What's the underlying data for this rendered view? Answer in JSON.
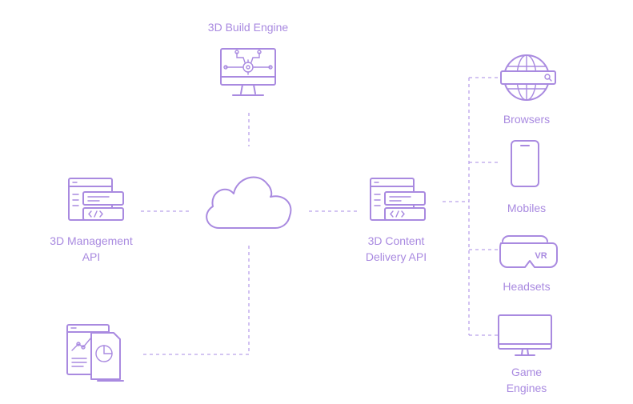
{
  "nodes": {
    "build_engine": {
      "label": "3D Build Engine",
      "icon": "monitor-gear-icon"
    },
    "management_api": {
      "label_line1": "3D Management",
      "label_line2": "API",
      "icon": "api-code-window-icon"
    },
    "cloud": {
      "icon": "cloud-icon"
    },
    "delivery_api": {
      "label_line1": "3D Content",
      "label_line2": "Delivery API",
      "icon": "api-code-window-icon"
    },
    "analytics": {
      "icon": "analytics-report-icon"
    },
    "browsers": {
      "label": "Browsers",
      "icon": "globe-search-icon"
    },
    "mobiles": {
      "label": "Mobiles",
      "icon": "smartphone-icon"
    },
    "headsets": {
      "label": "Headsets",
      "icon": "vr-headset-icon",
      "badge": "VR"
    },
    "game_engines": {
      "label_line1": "Game",
      "label_line2": "Engines",
      "icon": "desktop-monitor-icon"
    }
  },
  "colors": {
    "accent": "#a98ae0",
    "line": "#b9a2ea",
    "background": "#ffffff"
  }
}
